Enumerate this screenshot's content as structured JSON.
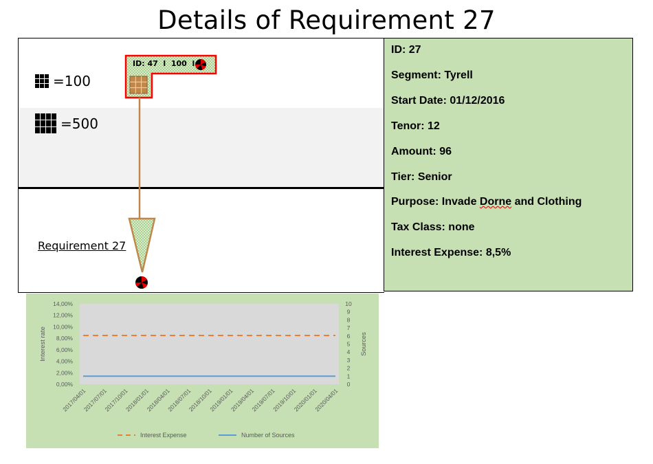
{
  "page": {
    "title": "Details of Requirement 27"
  },
  "legend": [
    {
      "icon": "grid-3x3-icon",
      "label": "=100"
    },
    {
      "icon": "grid-4x3-icon",
      "label": "=500"
    }
  ],
  "node": {
    "header": "ID: 47  l  100  l",
    "requirement_label": "Requirement  27"
  },
  "details": {
    "id": "ID: 27",
    "segment": "Segment: Tyrell",
    "start_date": "Start Date: 01/12/2016",
    "tenor": "Tenor: 12",
    "amount": "Amount: 96",
    "tier": "Tier: Senior",
    "purpose_prefix": "Purpose: Invade ",
    "purpose_misspelled": "Dorne",
    "purpose_suffix": " and Clothing",
    "tax_class": "Tax Class: none",
    "interest_expense": "Interest Expense: 8,5%"
  },
  "colors": {
    "panel_green": "#c6e0b4",
    "node_border_red": "#ff0000",
    "arrow_brown": "#c0874a",
    "interest_orange": "#ed7d31",
    "sources_blue": "#5b9bd5",
    "plot_gray": "#d9d9d9"
  },
  "chart_data": {
    "type": "line",
    "x": [
      "2017/04/01",
      "2017/07/01",
      "2017/10/01",
      "2018/01/01",
      "2018/04/01",
      "2018/07/01",
      "2018/10/01",
      "2019/01/01",
      "2019/04/01",
      "2019/07/01",
      "2019/10/01",
      "2020/01/01",
      "2020/04/01"
    ],
    "y_left": {
      "label": "Interest rate",
      "ticks": [
        "0,00%",
        "2,00%",
        "4,00%",
        "6,00%",
        "8,00%",
        "10,00%",
        "12,00%",
        "14,00%"
      ],
      "range": [
        0,
        14
      ]
    },
    "y_right": {
      "label": "Sources",
      "ticks": [
        "0",
        "1",
        "2",
        "3",
        "4",
        "5",
        "6",
        "7",
        "8",
        "9",
        "10"
      ],
      "range": [
        0,
        10
      ]
    },
    "series": [
      {
        "name": "Interest Expense",
        "axis": "left",
        "style": "dashed",
        "values": [
          8.5,
          8.5,
          8.5,
          8.5,
          8.5,
          8.5,
          8.5,
          8.5,
          8.5,
          8.5,
          8.5,
          8.5,
          8.5
        ]
      },
      {
        "name": "Number of Sources",
        "axis": "right",
        "style": "solid",
        "values": [
          1,
          1,
          1,
          1,
          1,
          1,
          1,
          1,
          1,
          1,
          1,
          1,
          1
        ]
      }
    ],
    "legend_position": "bottom",
    "grid": false
  }
}
